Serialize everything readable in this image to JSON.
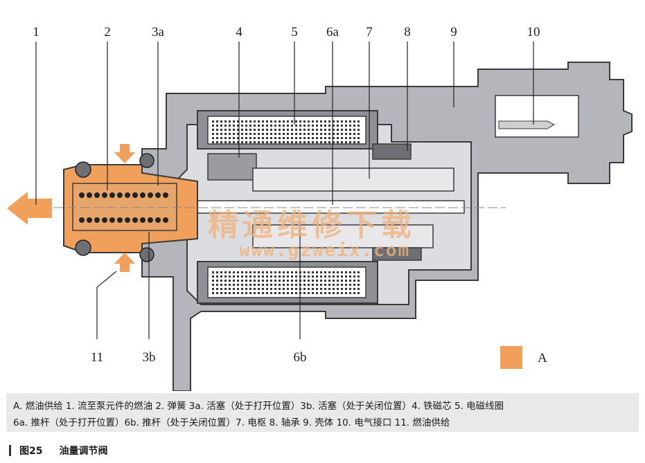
{
  "callouts": [
    "1",
    "2",
    "3a",
    "4",
    "5",
    "6a",
    "7",
    "8",
    "9",
    "10",
    "11",
    "3b",
    "6b"
  ],
  "legend": {
    "label": "A",
    "color": "#f0a05a"
  },
  "watermark": {
    "text": "精通维修下载",
    "url": "www.gzweix.com"
  },
  "caption": {
    "line1": "A. 燃油供给  1. 流至泵元件的燃油  2. 弹簧  3a. 活塞（处于打开位置）3b. 活塞（处于关闭位置）4. 铁磁芯  5. 电磁线圈",
    "line2": "6a. 推杆（处于打开位置）6b. 推杆（处于关闭位置）7. 电枢  8. 轴承  9. 壳体  10. 电气接口  11. 燃油供给"
  },
  "figure": {
    "number": "图25",
    "title": "油量调节阀"
  },
  "colors": {
    "fuel": "#f0a05a",
    "housing": "#b4b6bb",
    "outline": "#3a3a3a"
  }
}
